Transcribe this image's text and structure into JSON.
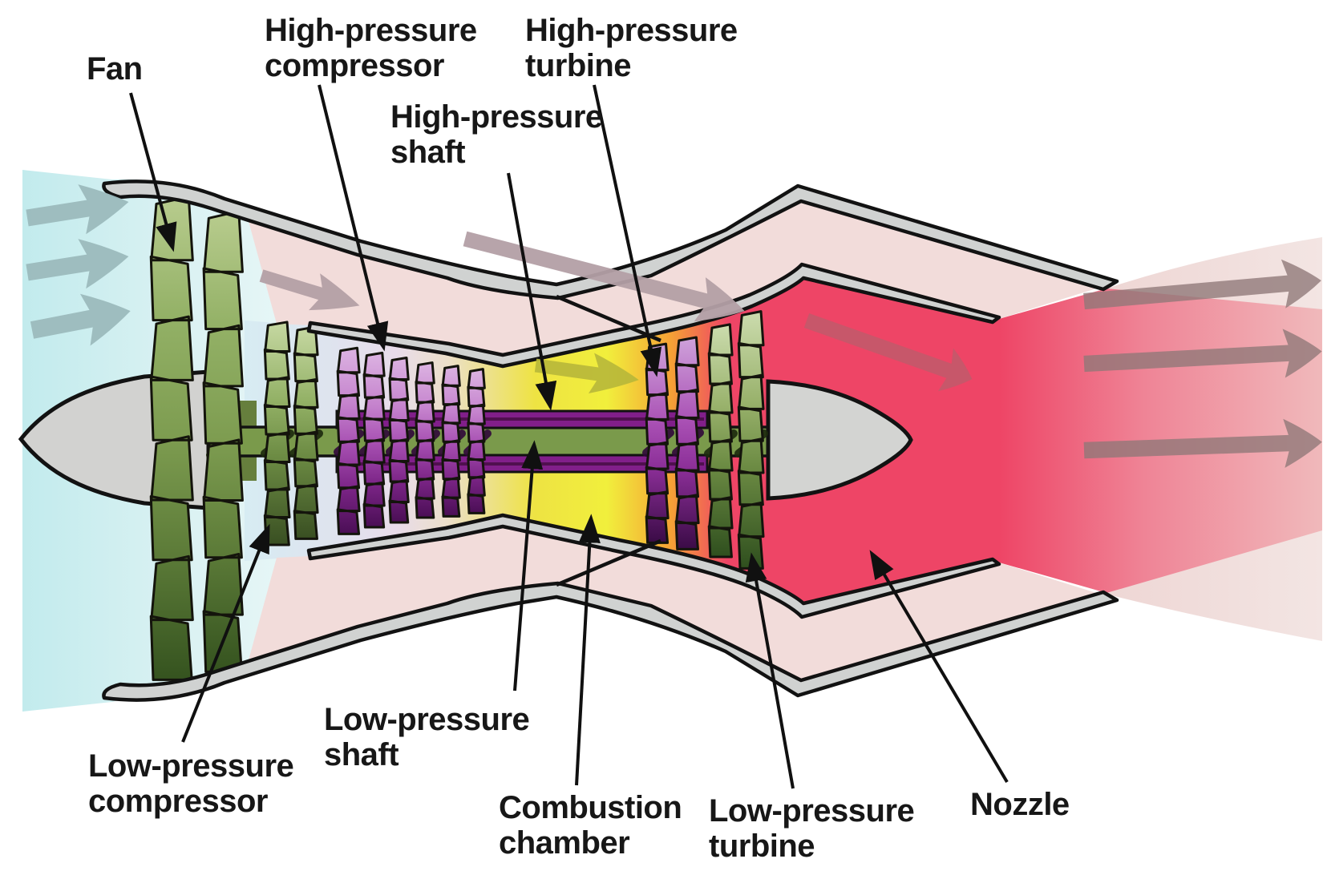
{
  "diagram": {
    "subject": "turbofan-engine-cross-section",
    "labels": {
      "fan": {
        "line1": "Fan"
      },
      "hp_compressor": {
        "line1": "High-pressure",
        "line2": "compressor"
      },
      "hp_turbine": {
        "line1": "High-pressure",
        "line2": "turbine"
      },
      "hp_shaft": {
        "line1": "High-pressure",
        "line2": "shaft"
      },
      "lp_shaft": {
        "line1": "Low-pressure",
        "line2": "shaft"
      },
      "lp_compressor": {
        "line1": "Low-pressure",
        "line2": "compressor"
      },
      "combustion": {
        "line1": "Combustion",
        "line2": "chamber"
      },
      "lp_turbine": {
        "line1": "Low-pressure",
        "line2": "turbine"
      },
      "nozzle": {
        "line1": "Nozzle"
      }
    },
    "flows": {
      "intake_arrows": "air intake (3 arrows, left)",
      "bypass_arrows": "bypass flow (2 arrows, upper duct)",
      "combustion_arrow": "core flow through combustion chamber",
      "core_exhaust_arrow": "hot core exhaust",
      "exhaust_arrows": "exhaust jet (3 arrows, right)"
    },
    "colors": {
      "intake_air": "#c9edee",
      "bypass_duct": "#f2dcda",
      "casing": "#d0d2d1",
      "combustion_chamber": "#f1ef3c",
      "exhaust_hot": "#ee4566",
      "fan_blades": "#7d9c50",
      "hp_compressor_blades": "#a74fb2",
      "lp_shaft": "#7a9a4b",
      "hp_shaft": "#811f8a",
      "outline": "#121212"
    }
  }
}
